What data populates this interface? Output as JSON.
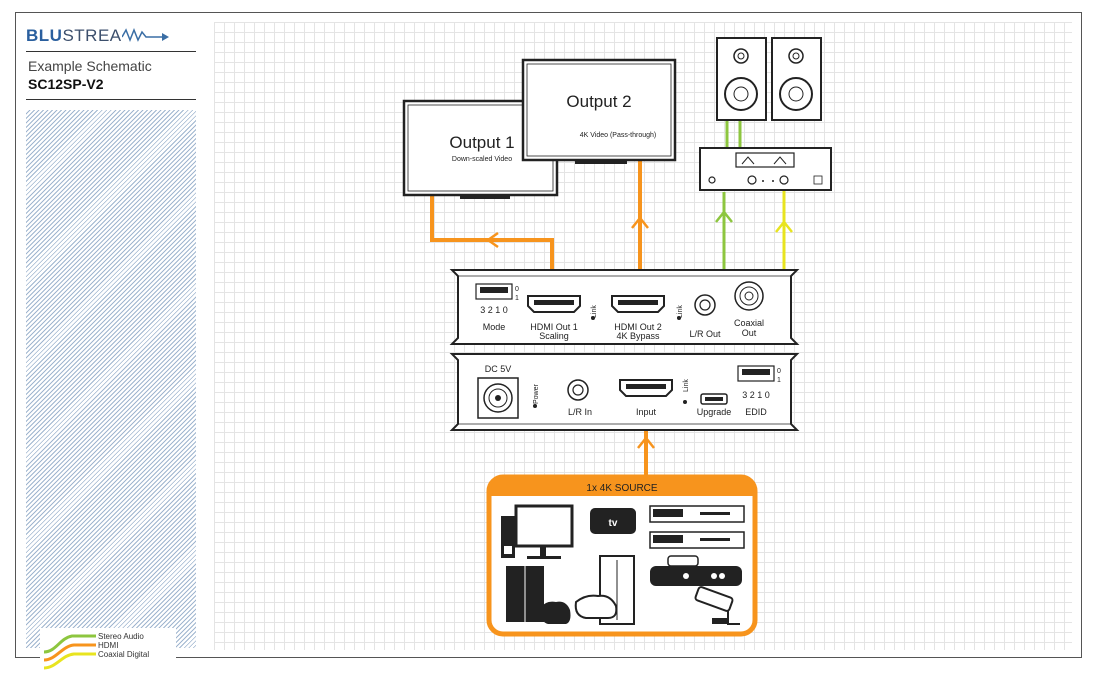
{
  "brand": {
    "logo_bold": "BLU",
    "logo_rest": "STREA"
  },
  "header": {
    "subtitle": "Example Schematic",
    "model": "SC12SP-V2"
  },
  "legend": {
    "items": [
      {
        "label": "Stereo Audio",
        "color": "#8dc63f"
      },
      {
        "label": "HDMI",
        "color": "#f7941d"
      },
      {
        "label": "Coaxial Digital",
        "color": "#e8e41f"
      }
    ]
  },
  "outputs": {
    "out1": {
      "title": "Output 1",
      "caption": "Down-scaled Video"
    },
    "out2": {
      "title": "Output 2",
      "caption": "4K Video (Pass-through)"
    }
  },
  "top_panel": {
    "dip_top": "0",
    "dip_bottom": "1",
    "dip_digits": "3 2 1 0",
    "mode": "Mode",
    "hdmi_out1_line1": "HDMI Out 1",
    "hdmi_out1_line2": "Scaling",
    "hdmi_out2_line1": "HDMI Out 2",
    "hdmi_out2_line2": "4K Bypass",
    "link": "Link",
    "lr_out": "L/R Out",
    "coaxial_line1": "Coaxial",
    "coaxial_line2": "Out"
  },
  "bottom_panel": {
    "dc": "DC 5V",
    "power": "Power",
    "lr_in": "L/R In",
    "input": "Input",
    "link": "Link",
    "upgrade": "Upgrade",
    "edid": "EDID",
    "dip_top": "0",
    "dip_bottom": "1",
    "dip_digits": "3 2 1 0"
  },
  "source": {
    "title": "1x 4K SOURCE",
    "appletv": "tv"
  },
  "colors": {
    "hdmi": "#f7941d",
    "stereo": "#8dc63f",
    "coax": "#e8e41f",
    "brand": "#2a5f9e"
  },
  "icons": [
    "blustream-wave-icon",
    "monitor-icon",
    "speaker-icon",
    "amplifier-icon",
    "pc-tower-icon",
    "apple-tv-icon",
    "bluray-player-icon",
    "game-console-icon",
    "gamepad-icon",
    "satellite-receiver-icon",
    "cctv-camera-icon"
  ]
}
